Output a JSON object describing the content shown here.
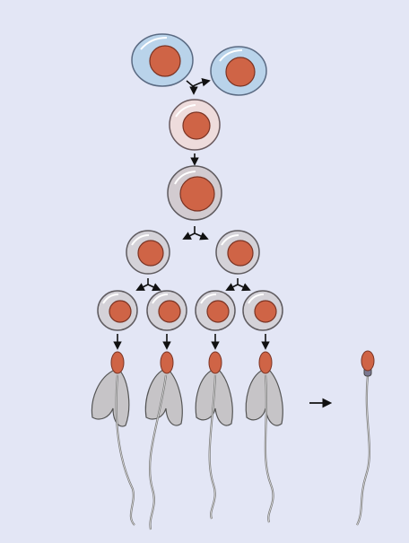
{
  "diagram": {
    "background": "#e3e6f5",
    "stages": [
      {
        "name": "spermatogonium-stem",
        "color": "#b9d3ea"
      },
      {
        "name": "spermatogonium",
        "color": "#b9d3ea"
      },
      {
        "name": "primary-spermatocyte-early",
        "color": "#eedcdc"
      },
      {
        "name": "primary-spermatocyte",
        "color": "#d2cbd0"
      },
      {
        "name": "secondary-spermatocyte",
        "color": "#d4d2d8"
      },
      {
        "name": "spermatid",
        "color": "#d4d2d8"
      },
      {
        "name": "spermatozoon-immature",
        "color": "#c6c4c7"
      },
      {
        "name": "spermatozoon-mature",
        "color": "#dcdcdc"
      }
    ],
    "nucleus_color": "#cf6446",
    "arrow_color": "#111111"
  }
}
